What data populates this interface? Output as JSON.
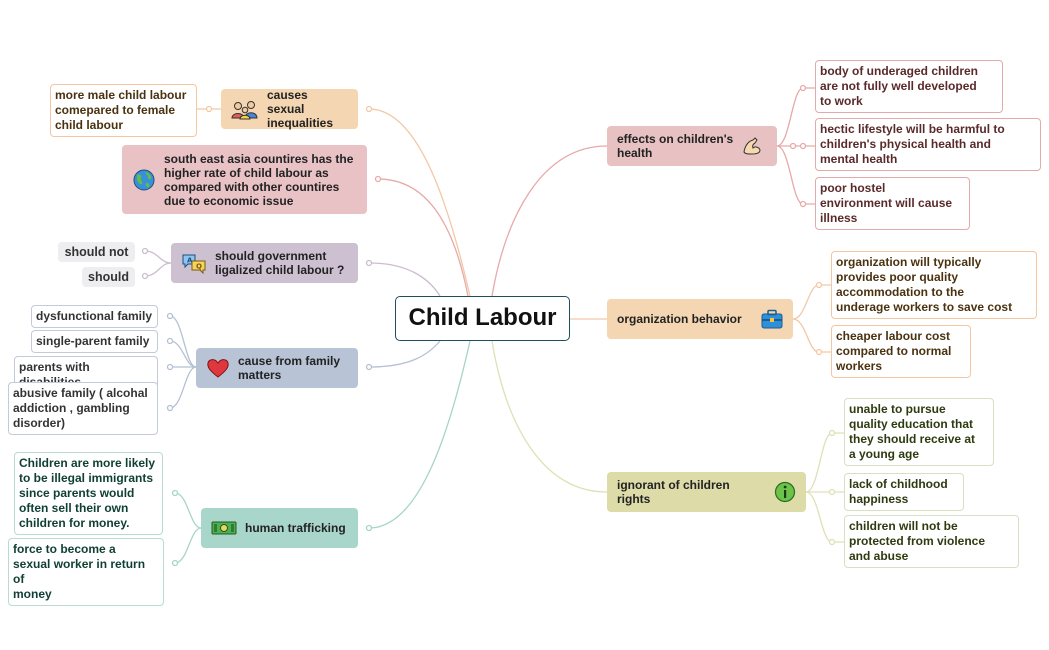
{
  "central": {
    "label": "Child Labour"
  },
  "colors": {
    "red_fill": "#e8c2c2",
    "red_border": "#e4aaaa",
    "red_line": "#e8a9a9",
    "red_text": "#5a2a2a",
    "orange_fill": "#f4d6b2",
    "orange_border": "#f5c6a0",
    "orange_line": "#f3c8a6",
    "orange_text": "#4a3210",
    "green_fill": "#dddba8",
    "green_border": "#d9dfc2",
    "green_line": "#dfe0b6",
    "green_text": "#2e3a10",
    "mauve_fill": "#cdc0d1",
    "mauve_line": "#cbbdcc",
    "pinkred_fill": "#e8c2c5",
    "steel_fill": "#b8c4d6",
    "steel_border": "#c3cbd8",
    "steel_line": "#b5c1d3",
    "teal_fill": "#a9d6ca",
    "teal_border": "#b8dcd0",
    "teal_line": "#a6d5c8",
    "teal_text": "#0f3f33"
  },
  "right": {
    "health": {
      "label": "effects on children's\nhealth",
      "icon": "flexed-arm-icon",
      "children": [
        "body of underaged children\nare not fully well developed\nto work",
        "hectic lifestyle will be harmful to\nchildren's  physical health and\nmental health",
        "poor hostel\nenvironment will cause\nillness"
      ]
    },
    "organization": {
      "label": "organization behavior",
      "icon": "briefcase-icon",
      "children": [
        "organization will typically\nprovides poor quality\naccommodation to the\nunderage workers to save cost",
        "cheaper labour cost\ncompared to normal\nworkers"
      ]
    },
    "rights": {
      "label": "ignorant of children rights",
      "icon": "info-icon",
      "children": [
        "unable to pursue\nquality education that\nthey should receive at\na young age",
        "lack of childhood\nhappiness",
        "children will not be\nprotected from violence\nand abuse"
      ]
    }
  },
  "left": {
    "sexual": {
      "label": "causes sexual\ninequalities",
      "icon": "people-icon",
      "children": [
        "more male child labour\ncomepared to female\nchild labour"
      ]
    },
    "sea": {
      "label": "south east asia countires has the\nhigher rate of child labour as\ncompared with other countires\ndue to economic issue",
      "icon": "globe-icon"
    },
    "government": {
      "label": "should government\nligalized child labour ?",
      "icon": "speech-bubbles-icon",
      "children": [
        "should not",
        "should"
      ]
    },
    "family": {
      "label": "cause from family\nmatters",
      "icon": "heart-icon",
      "children": [
        "dysfunctional family",
        "single-parent family",
        "parents with disabilities",
        "abusive family ( alcohal\naddiction , gambling\ndisorder)"
      ]
    },
    "trafficking": {
      "label": "human trafficking",
      "icon": "money-icon",
      "children": [
        "Children are more likely\nto be illegal immigrants\nsince parents would\noften sell their own\nchildren for money.",
        "force to become a\nsexual worker in return of\nmoney"
      ]
    }
  }
}
